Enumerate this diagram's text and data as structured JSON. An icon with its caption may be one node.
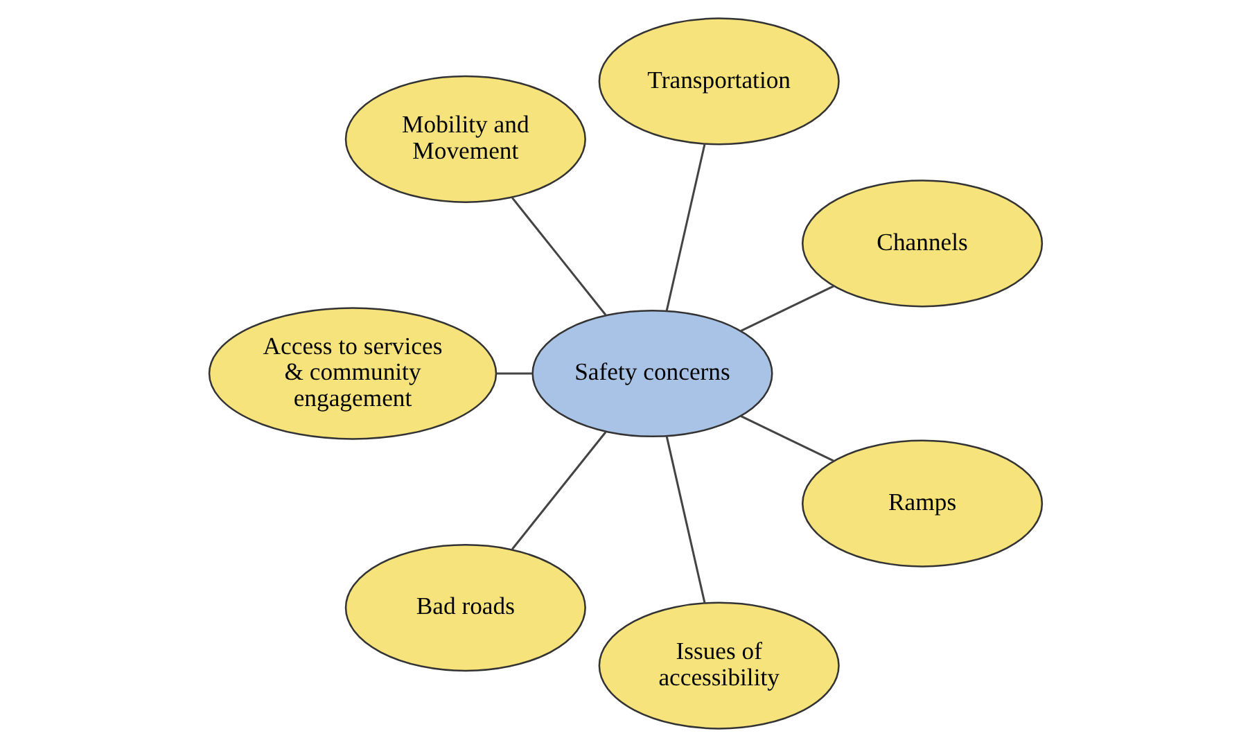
{
  "diagram": {
    "nodes": [
      {
        "text": [
          "Channels"
        ]
      },
      {
        "text": [
          "Transportation"
        ]
      },
      {
        "text": [
          "Mobility and Movement"
        ]
      },
      {
        "text": [
          "Access to services & community engagement"
        ]
      },
      {
        "text": [
          "Safety concerns"
        ]
      },
      {
        "text": [
          "Bad roads"
        ]
      },
      {
        "text": [
          "Issues of accessibility"
        ]
      },
      {
        "text": [
          "Ramps"
        ]
      }
    ],
    "edges": [
      {
        "from": 4,
        "to": 0,
        "arrow": "none"
      },
      {
        "from": 4,
        "to": 2,
        "arrow": "none"
      },
      {
        "from": 4,
        "to": 5,
        "arrow": "none"
      },
      {
        "from": 4,
        "to": 7,
        "arrow": "none"
      },
      {
        "from": 4,
        "to": 6,
        "arrow": "none"
      },
      {
        "from": 4,
        "to": 3,
        "arrow": "none"
      },
      {
        "from": 4,
        "to": 1,
        "arrow": "none"
      }
    ]
  }
}
